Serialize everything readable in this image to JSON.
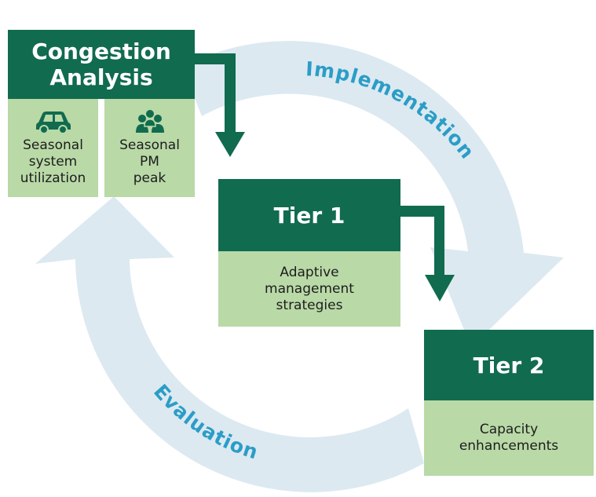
{
  "congestion": {
    "title_line1": "Congestion",
    "title_line2": "Analysis"
  },
  "sub_items": [
    {
      "icon": "car-icon",
      "lines": [
        "Seasonal",
        "system",
        "utilization"
      ]
    },
    {
      "icon": "people-group-icon",
      "lines": [
        "Seasonal",
        "PM",
        "peak"
      ]
    }
  ],
  "tier1": {
    "title": "Tier 1",
    "lines": [
      "Adaptive",
      "management",
      "strategies"
    ]
  },
  "tier2": {
    "title": "Tier 2",
    "lines": [
      "Capacity",
      "enhancements"
    ]
  },
  "cycle_labels": {
    "top": "Implementation",
    "bottom": "Evaluation"
  },
  "colors": {
    "dark_green": "#116b4f",
    "light_green": "#b9d9a7",
    "cycle_fill": "#dce9f1",
    "label_blue": "#2b9dc7"
  }
}
